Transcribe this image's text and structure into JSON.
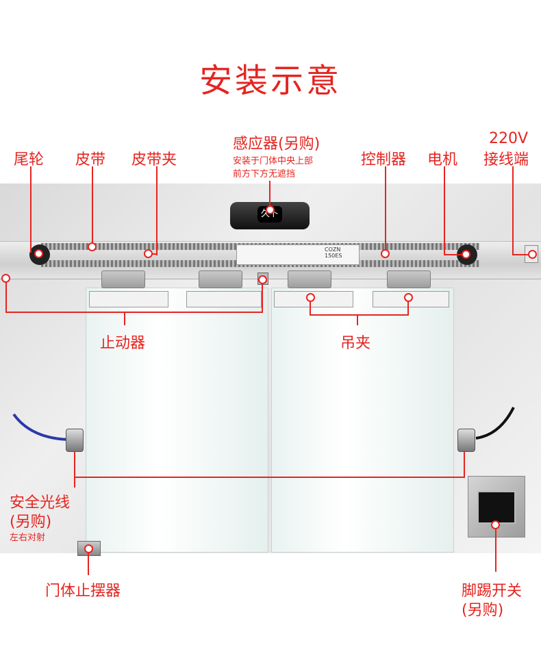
{
  "title": "安装示意",
  "labels": {
    "tail_wheel": "尾轮",
    "belt": "皮带",
    "belt_clip": "皮带夹",
    "sensor": "感应器(另购)",
    "sensor_note_1": "安装于门体中央上部",
    "sensor_note_2": "前方下方无遮挡",
    "controller": "控制器",
    "motor": "电机",
    "terminal_1": "220V",
    "terminal_2": "接线端",
    "stopper": "止动器",
    "hanging_clamp": "吊夹",
    "safety_beam_1": "安全光线",
    "safety_beam_2": "(另购)",
    "safety_beam_note": "左右对射",
    "door_stop": "门体止摆器",
    "foot_switch_1": "脚踢开关",
    "foot_switch_2": "(另购)"
  },
  "product": {
    "controller_model": "COZN 150ES",
    "sensor_face": "久卜"
  },
  "colors": {
    "accent": "#e52420"
  }
}
